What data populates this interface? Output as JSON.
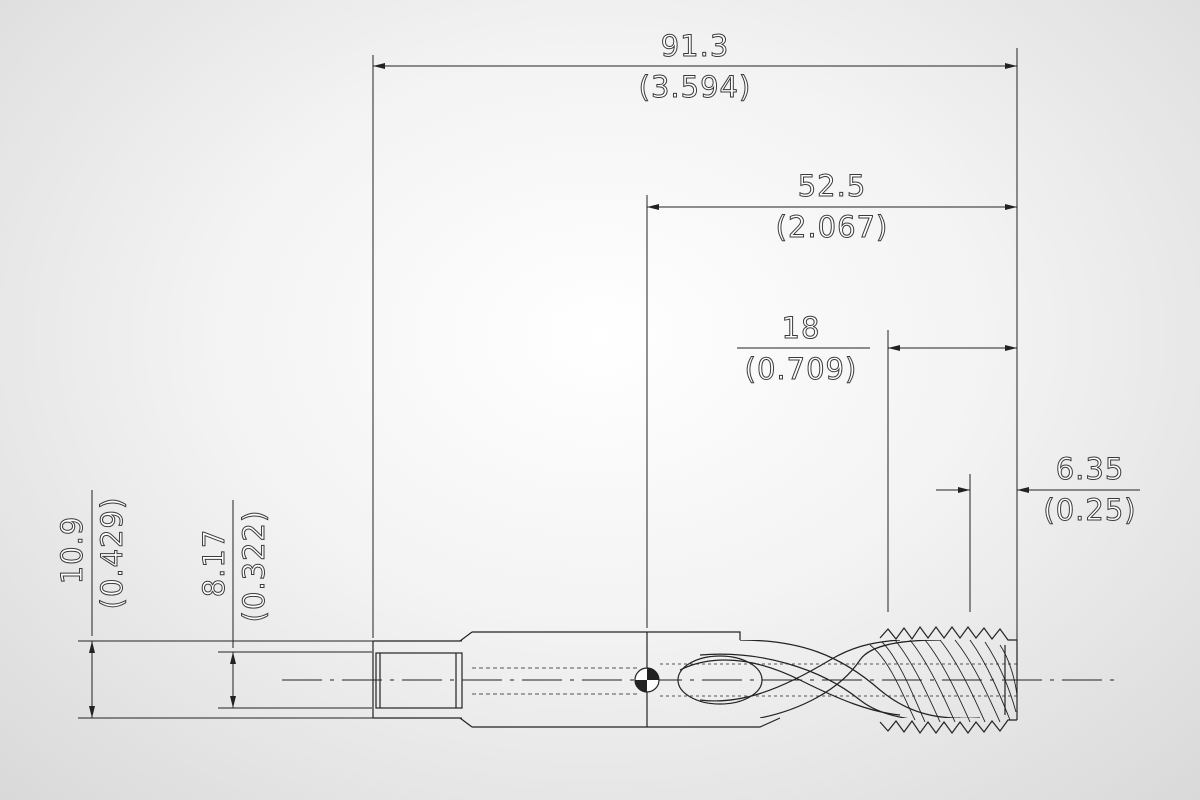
{
  "dimensions": {
    "overall_length": {
      "metric": "91.3",
      "imperial": "(3.594)"
    },
    "shank_to_tip": {
      "metric": "52.5",
      "imperial": "(2.067)"
    },
    "thread_length": {
      "metric": "18",
      "imperial": "(0.709)"
    },
    "chamfer_length": {
      "metric": "6.35",
      "imperial": "(0.25)"
    },
    "shank_diameter": {
      "metric": "10.9",
      "imperial": "(0.429)"
    },
    "square_size": {
      "metric": "8.17",
      "imperial": "(0.322)"
    }
  },
  "colors": {
    "line": "#222222",
    "background_center": "#ffffff",
    "background_edge": "#d9d9d9"
  }
}
